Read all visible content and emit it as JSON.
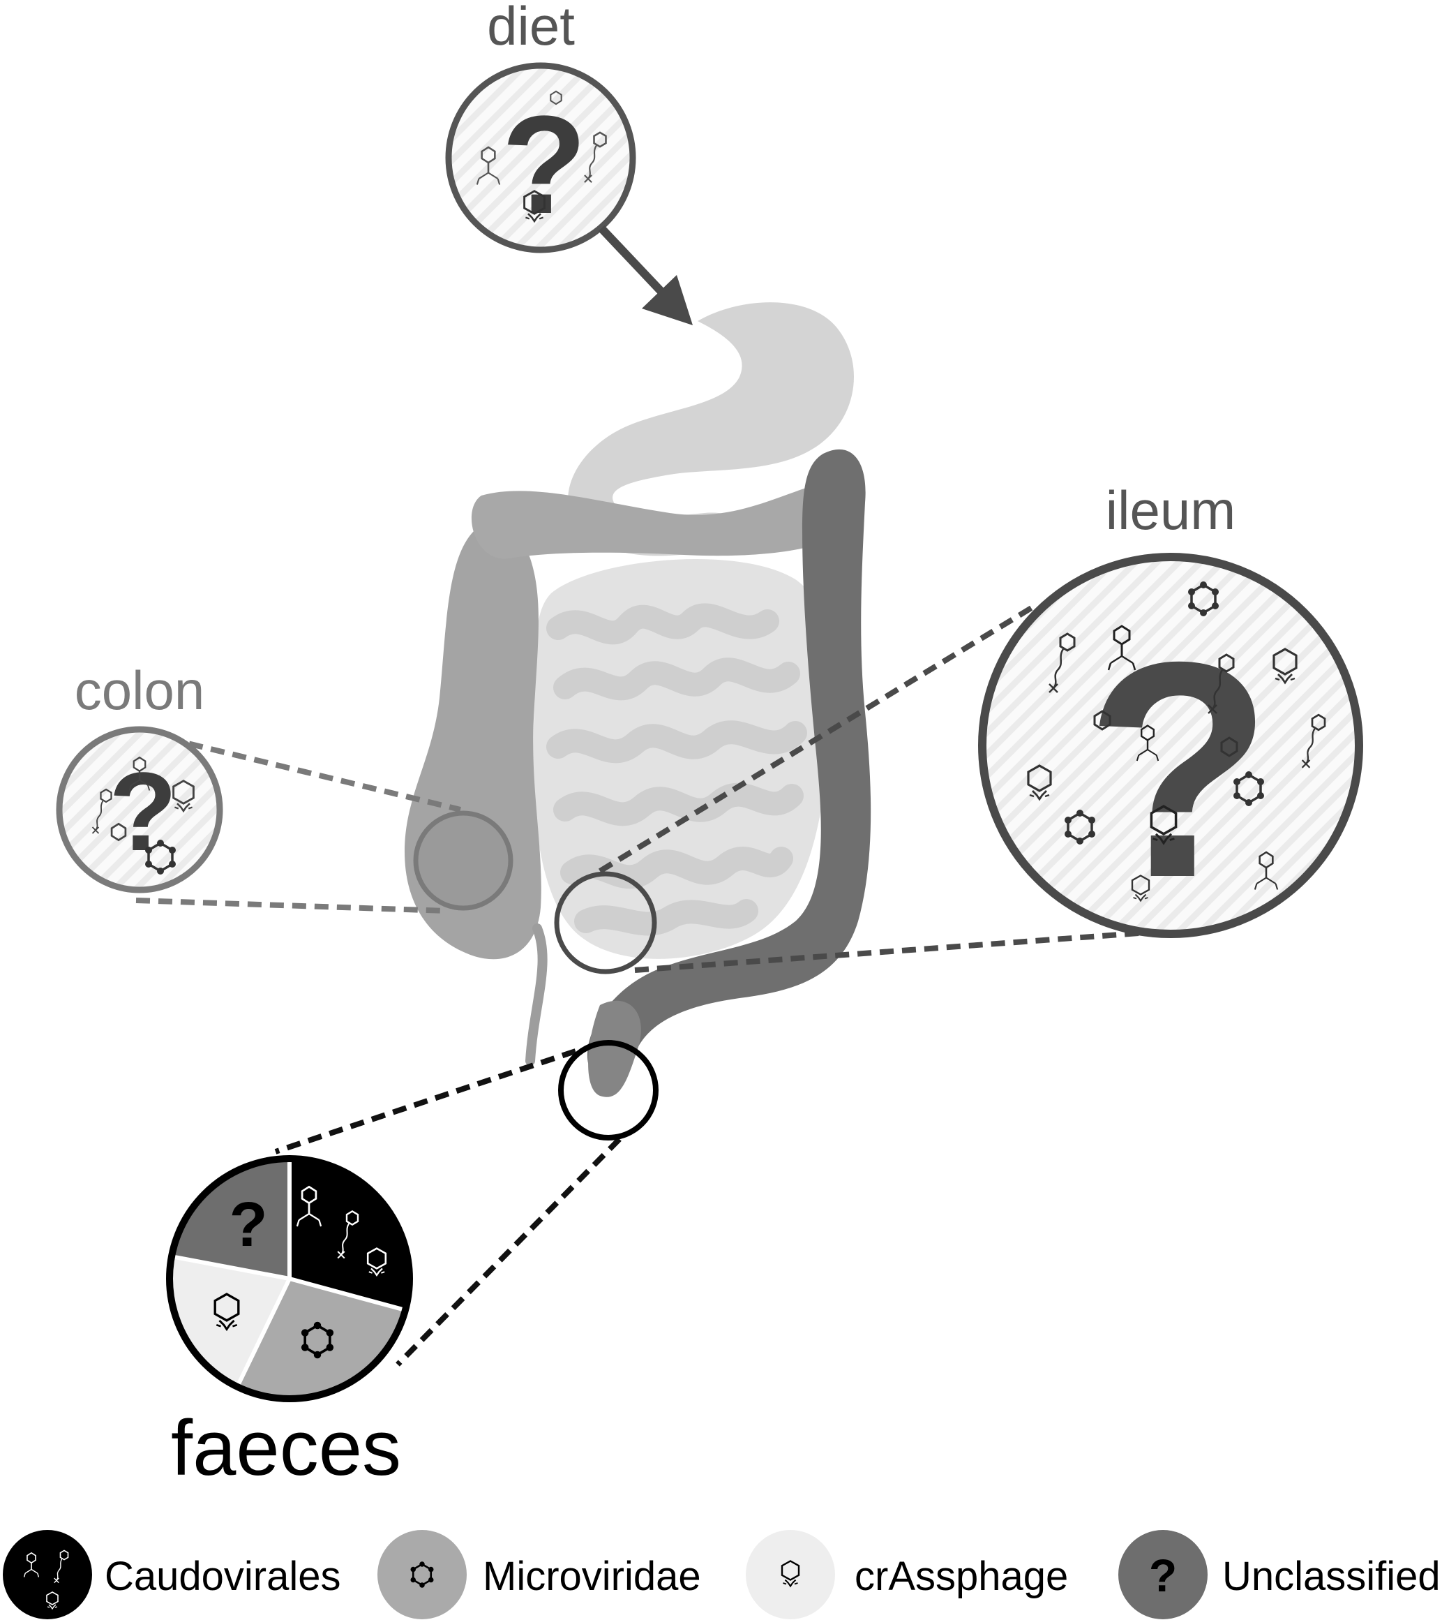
{
  "labels": {
    "diet": "diet",
    "colon": "colon",
    "ileum": "ileum",
    "faeces": "faeces"
  },
  "question_mark": "?",
  "legend": [
    {
      "label": "Caudovirales",
      "color": "#000000",
      "icon": "caudovirales-phages-icon"
    },
    {
      "label": "Microviridae",
      "color": "#aaaaaa",
      "icon": "microviridae-icon"
    },
    {
      "label": "crAssphage",
      "color": "#eeeeee",
      "icon": "crassphage-icon"
    },
    {
      "label": "Unclassified",
      "color": "#6e6e6e",
      "icon": "question-mark-icon"
    }
  ],
  "faeces_composition": [
    {
      "category": "Caudovirales",
      "color": "#000000"
    },
    {
      "category": "Microviridae",
      "color": "#aaaaaa"
    },
    {
      "category": "crAssphage",
      "color": "#eeeeee"
    },
    {
      "category": "Unclassified",
      "color": "#6e6e6e"
    }
  ],
  "colors": {
    "stomach": "#d4d4d4",
    "small_intestine": "#d9d9d9",
    "ascending_colon": "#a4a4a4",
    "transverse_colon": "#a8a8a8",
    "descending_colon": "#6f6f6f",
    "rectum": "#858585",
    "arrow": "#4a4a4a"
  }
}
